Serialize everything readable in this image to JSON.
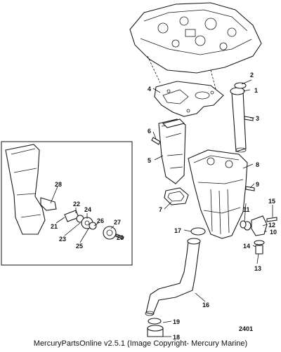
{
  "drawing_number": "2401",
  "copyright_footer": "MercuryPartsOnline v2.5.1 (Image Copyright- Mercury Marine)",
  "callouts": [
    {
      "id": "1",
      "label": "1"
    },
    {
      "id": "2",
      "label": "2"
    },
    {
      "id": "3",
      "label": "3"
    },
    {
      "id": "4",
      "label": "4"
    },
    {
      "id": "5",
      "label": "5"
    },
    {
      "id": "6",
      "label": "6"
    },
    {
      "id": "7",
      "label": "7"
    },
    {
      "id": "8",
      "label": "8"
    },
    {
      "id": "9",
      "label": "9"
    },
    {
      "id": "10",
      "label": "10"
    },
    {
      "id": "11",
      "label": "11"
    },
    {
      "id": "12",
      "label": "12"
    },
    {
      "id": "13",
      "label": "13"
    },
    {
      "id": "14",
      "label": "14"
    },
    {
      "id": "15",
      "label": "15"
    },
    {
      "id": "16",
      "label": "16"
    },
    {
      "id": "17",
      "label": "17"
    },
    {
      "id": "18",
      "label": "18"
    },
    {
      "id": "19",
      "label": "19"
    },
    {
      "id": "21",
      "label": "21"
    },
    {
      "id": "22",
      "label": "22"
    },
    {
      "id": "23",
      "label": "23"
    },
    {
      "id": "24",
      "label": "24"
    },
    {
      "id": "25",
      "label": "25"
    },
    {
      "id": "26",
      "label": "26"
    },
    {
      "id": "27",
      "label": "27"
    },
    {
      "id": "28",
      "label": "28"
    },
    {
      "id": "29",
      "label": "29"
    }
  ]
}
